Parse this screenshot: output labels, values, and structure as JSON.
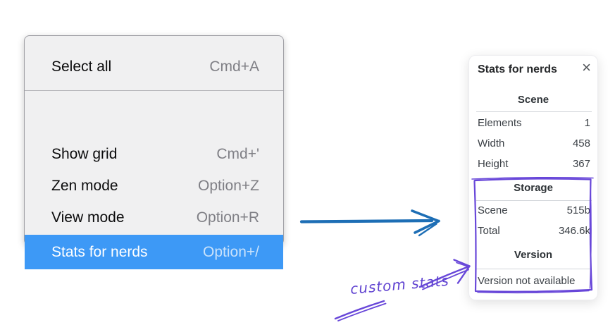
{
  "context_menu": {
    "items": [
      {
        "label": "Select all",
        "shortcut": "Cmd+A"
      },
      {
        "label": "Show grid",
        "shortcut": "Cmd+'"
      },
      {
        "label": "Zen mode",
        "shortcut": "Option+Z"
      },
      {
        "label": "View mode",
        "shortcut": "Option+R"
      },
      {
        "label": "Stats for nerds",
        "shortcut": "Option+/"
      }
    ],
    "highlighted_item": "Stats for nerds",
    "highlight_color": "#3d99f6"
  },
  "stats_panel": {
    "title": "Stats for nerds",
    "close_icon": "×",
    "sections": [
      {
        "heading": "Scene",
        "rows": [
          {
            "label": "Elements",
            "value": "1"
          },
          {
            "label": "Width",
            "value": "458"
          },
          {
            "label": "Height",
            "value": "367"
          }
        ]
      },
      {
        "heading": "Storage",
        "rows": [
          {
            "label": "Scene",
            "value": "515b"
          },
          {
            "label": "Total",
            "value": "346.6k"
          }
        ]
      },
      {
        "heading": "Version",
        "rows": [],
        "note": "Version not available"
      }
    ]
  },
  "annotations": {
    "custom_stats_label": "custom stats",
    "annotation_color": "#6847d9",
    "arrow_color": "#1d6eb5"
  }
}
